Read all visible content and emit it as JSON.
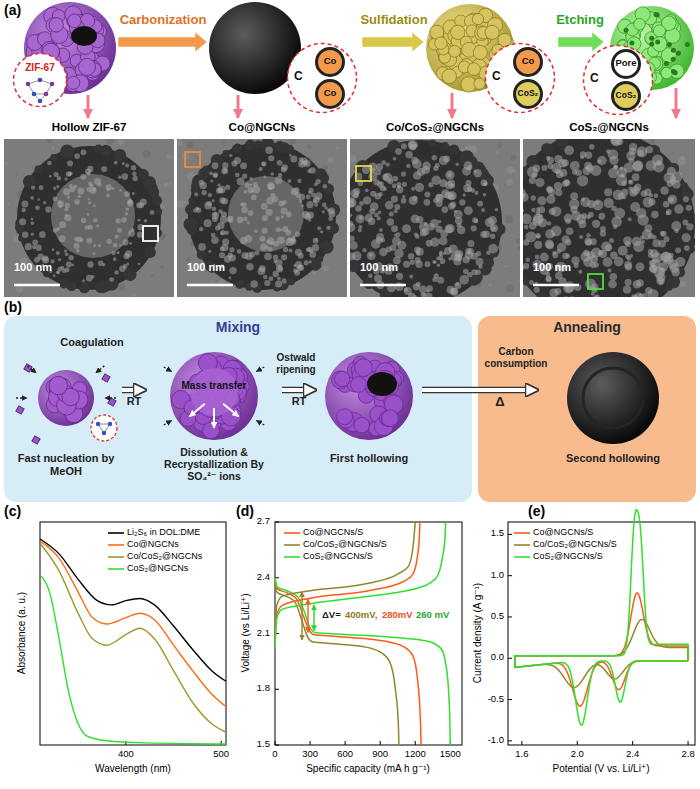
{
  "diagram": {
    "nodes": [
      {
        "text": [
          "ZIF-67"
        ]
      },
      {
        "text": [
          "C"
        ]
      },
      {
        "text": [
          "Co"
        ],
        "in": 1
      },
      {
        "text": [
          "Co"
        ],
        "in": 1
      },
      {
        "text": [
          "C"
        ]
      },
      {
        "text": [
          "Co"
        ],
        "in": 4
      },
      {
        "text": [
          "CoS₂"
        ],
        "in": 4
      },
      {
        "text": [
          "C"
        ]
      },
      {
        "text": [
          "Pore"
        ],
        "in": 7
      },
      {
        "text": [
          "CoS₂"
        ],
        "in": 7
      },
      {
        "text": [
          "Hollow ZIF-67",
          "100 nm"
        ]
      },
      {
        "text": [
          "Co@NGCNs",
          "100 nm"
        ]
      },
      {
        "text": [
          "Co/CoS₂@NGCNs",
          "100 nm"
        ]
      },
      {
        "text": [
          "CoS₂@NGCNs",
          "100 nm"
        ]
      },
      {
        "text": [
          "Mixing"
        ]
      },
      {
        "text": [
          "Fast nucleation by MeOH"
        ],
        "in": 14
      },
      {
        "text": [
          "Mass transfer",
          "Dissolution & Recrystallization By SO₄²⁻ ions"
        ],
        "in": 14
      },
      {
        "text": [
          "First hollowing"
        ],
        "in": 14
      },
      {
        "text": [
          "Annealing"
        ]
      },
      {
        "text": [
          "Second hollowing"
        ],
        "in": 18
      }
    ],
    "edges": [
      {
        "from": 15,
        "to": 16,
        "label": "RT",
        "arrow": "to"
      },
      {
        "from": 16,
        "to": 17,
        "label": "RT",
        "arrow": "to"
      },
      {
        "from": 17,
        "to": 19,
        "label": "Δ",
        "arrow": "to"
      }
    ],
    "labels": [
      "(a)",
      "Carbonization",
      "Sulfidation",
      "Etching",
      "(b)",
      "Coagulation",
      "Ostwald ripening",
      "Carbon consumption",
      "(c)",
      "Absorbance (a. u.)",
      "400",
      "500",
      "Wavelength (nm)",
      "(d)",
      "Voltage (vs Li/Li⁺)",
      "1.5",
      "1.8",
      "2.1",
      "2.4",
      "2.7",
      "0",
      "300",
      "600",
      "900",
      "1200",
      "1500",
      "Specific capacity (mA h g⁻¹)",
      "ΔV=",
      "400mV,",
      "280mV",
      "260 mV",
      "(e)",
      "Current density (A g⁻¹)",
      "-1.0",
      "-0.5",
      "0.0",
      "0.5",
      "1.0",
      "1.5",
      "1.6",
      "2.0",
      "2.4",
      "2.8",
      "Potential (V vs. Li/Li⁺)"
    ],
    "legend": [
      {
        "text": "Li₂S₆ in DOL:DME"
      },
      {
        "text": "Co@NGCNs"
      },
      {
        "text": "Co/CoS₂@NGCNs"
      },
      {
        "text": "CoS₂@NGCNs"
      },
      {
        "text": "Co@NGCNs/S"
      },
      {
        "text": "Co/CoS₂@NGCNs/S"
      },
      {
        "text": "CoS₂@NGCNs/S"
      },
      {
        "text": "Co@NGCNs/S"
      },
      {
        "text": "Co/CoS₂@NGCNs/S"
      },
      {
        "text": "CoS₂@NGCNs/S"
      }
    ]
  }
}
